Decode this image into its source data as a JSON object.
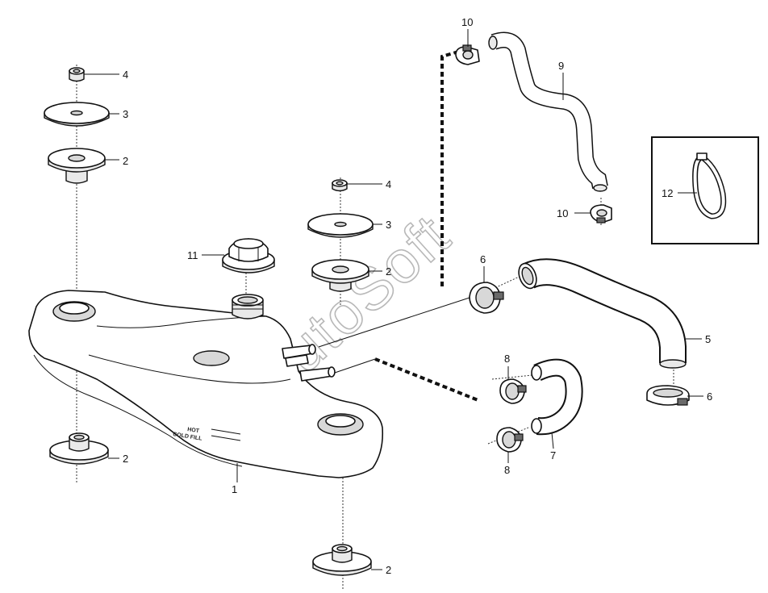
{
  "watermark": "AutoSoft",
  "tank_labels": {
    "hot": "HOT",
    "cold_fill": "COLD FILL"
  },
  "callouts": [
    {
      "id": "c1",
      "label": "1"
    },
    {
      "id": "c2a",
      "label": "2"
    },
    {
      "id": "c2b",
      "label": "2"
    },
    {
      "id": "c2c",
      "label": "2"
    },
    {
      "id": "c2d",
      "label": "2"
    },
    {
      "id": "c3a",
      "label": "3"
    },
    {
      "id": "c3b",
      "label": "3"
    },
    {
      "id": "c4a",
      "label": "4"
    },
    {
      "id": "c4b",
      "label": "4"
    },
    {
      "id": "c5",
      "label": "5"
    },
    {
      "id": "c6a",
      "label": "6"
    },
    {
      "id": "c6b",
      "label": "6"
    },
    {
      "id": "c7",
      "label": "7"
    },
    {
      "id": "c8a",
      "label": "8"
    },
    {
      "id": "c8b",
      "label": "8"
    },
    {
      "id": "c9",
      "label": "9"
    },
    {
      "id": "c10a",
      "label": "10"
    },
    {
      "id": "c10b",
      "label": "10"
    },
    {
      "id": "c11",
      "label": "11"
    },
    {
      "id": "c12",
      "label": "12"
    }
  ]
}
